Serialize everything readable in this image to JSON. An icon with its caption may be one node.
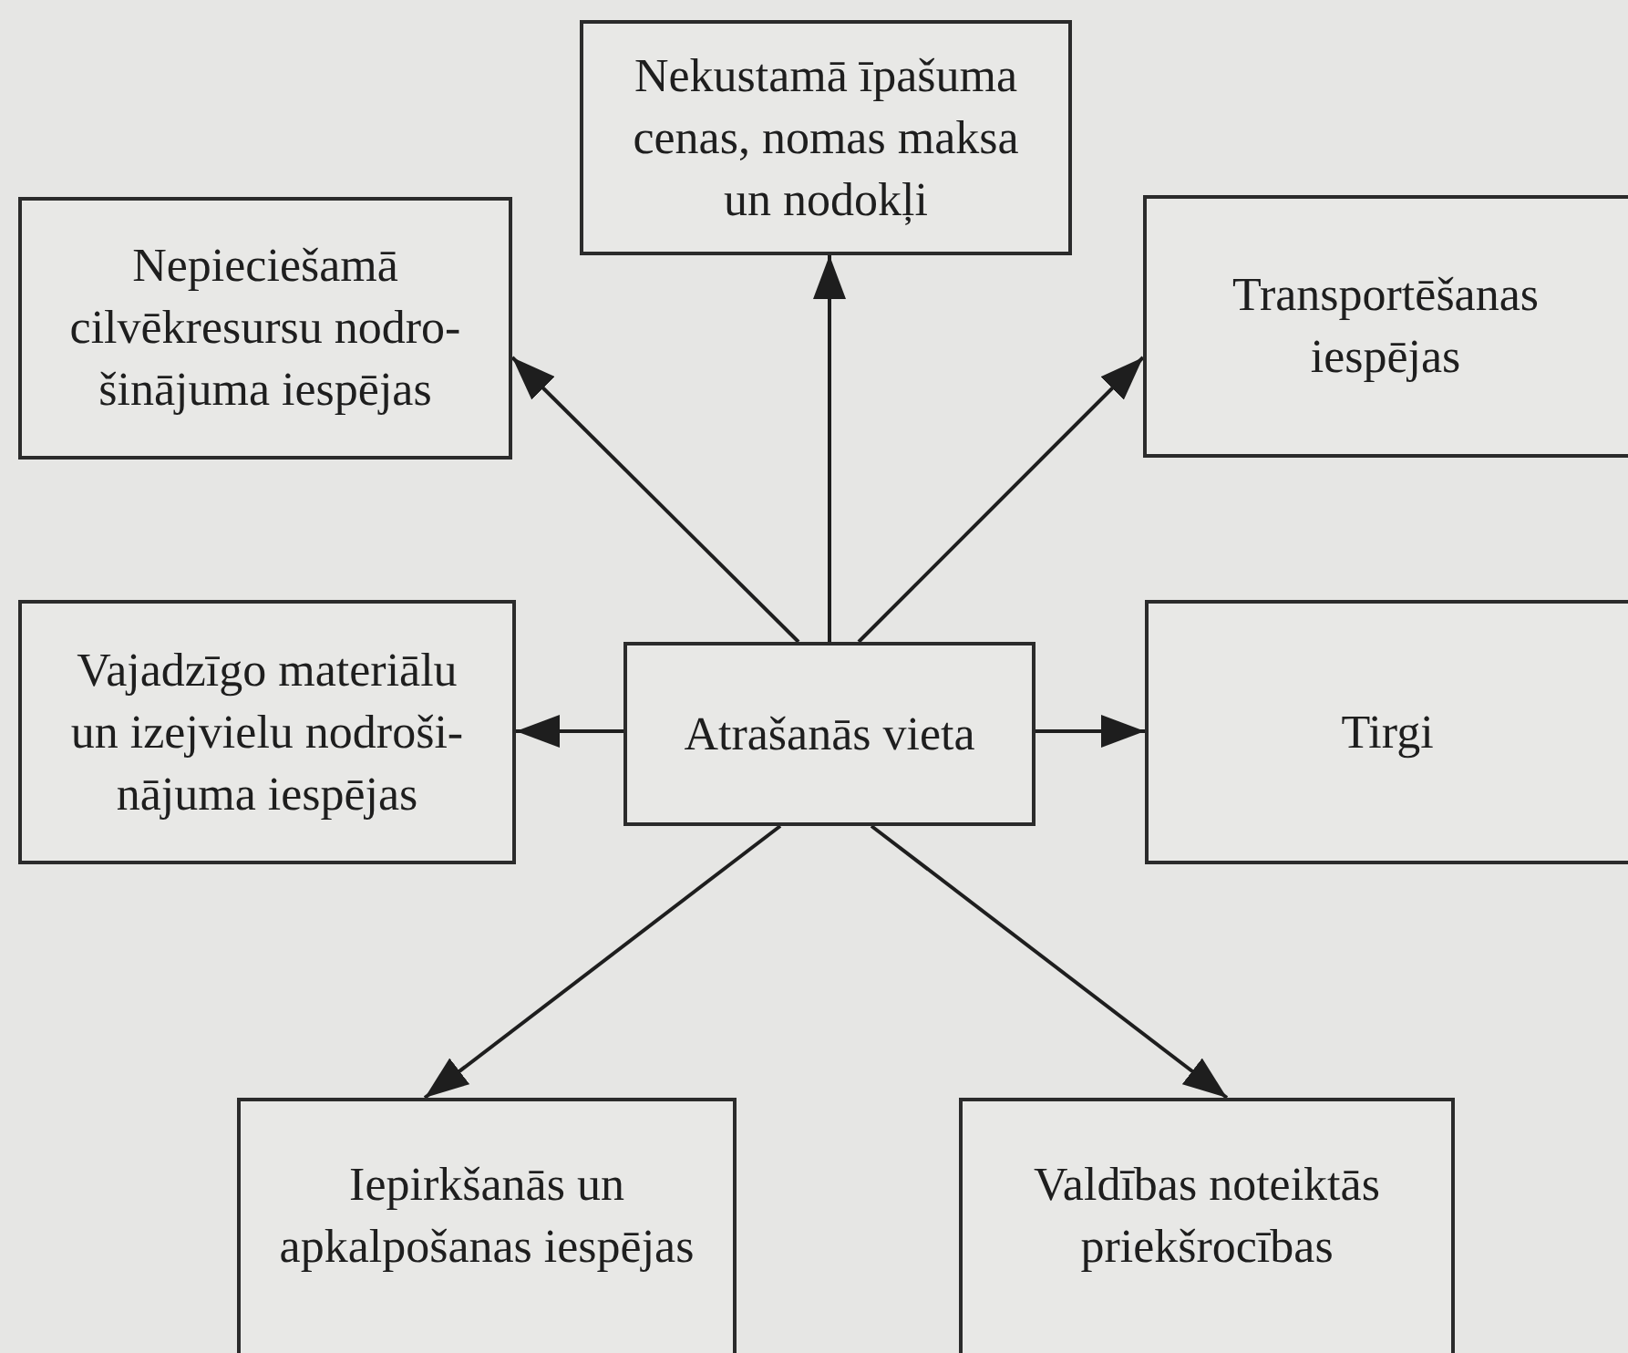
{
  "diagram": {
    "nodes": [
      {
        "text": [
          "Nekustamā īpašuma cenas, nomas maksa un nodokļi"
        ]
      },
      {
        "text": [
          "Nepieciešamā cilvēkresursu nodro-šinājuma iespējas"
        ]
      },
      {
        "text": [
          "Transportēšanas iespējas"
        ]
      },
      {
        "text": [
          "Vajadzīgo materiālu un izejvielu nodroši-nājuma iespējas"
        ]
      },
      {
        "text": [
          "Atrašanās vieta"
        ]
      },
      {
        "text": [
          "Tirgi"
        ]
      },
      {
        "text": [
          "Iepirkšanās un apkalpošanas iespējas"
        ]
      },
      {
        "text": [
          "Valdības noteiktās priekšrocības"
        ]
      }
    ],
    "edges": [
      {
        "from": 4,
        "to": 0,
        "arrow": "to"
      },
      {
        "from": 4,
        "to": 1,
        "arrow": "to"
      },
      {
        "from": 4,
        "to": 2,
        "arrow": "to"
      },
      {
        "from": 4,
        "to": 3,
        "arrow": "to"
      },
      {
        "from": 4,
        "to": 5,
        "arrow": "to"
      },
      {
        "from": 4,
        "to": 6,
        "arrow": "to"
      },
      {
        "from": 4,
        "to": 7,
        "arrow": "to"
      }
    ]
  }
}
